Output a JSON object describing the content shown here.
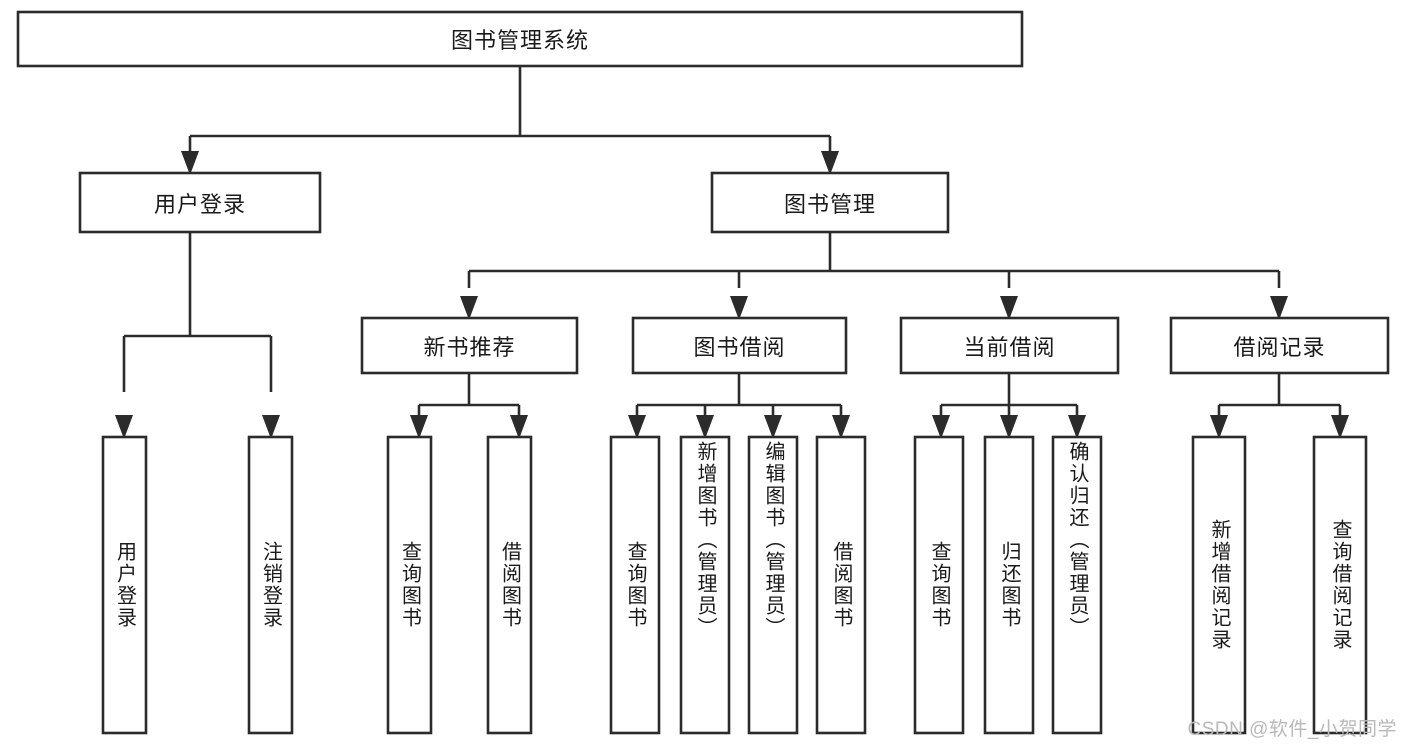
{
  "diagram": {
    "type": "tree-hierarchy",
    "title": "图书管理系统",
    "watermark": "CSDN @软件_小贺同学",
    "colors": {
      "box_fill": "#ffffff",
      "box_stroke": "#2b2b2b",
      "text": "#1a1a1a",
      "watermark": "#b9b9b9",
      "background": "#ffffff"
    },
    "root": {
      "id": "root",
      "label": "图书管理系统",
      "orientation": "horizontal"
    },
    "level1": [
      {
        "id": "user-login",
        "label": "用户登录",
        "orientation": "horizontal"
      },
      {
        "id": "book-manage",
        "label": "图书管理",
        "orientation": "horizontal"
      }
    ],
    "level2": [
      {
        "id": "new-book-recommend",
        "label": "新书推荐",
        "parent": "book-manage",
        "orientation": "horizontal"
      },
      {
        "id": "book-borrow",
        "label": "图书借阅",
        "parent": "book-manage",
        "orientation": "horizontal"
      },
      {
        "id": "current-borrow",
        "label": "当前借阅",
        "parent": "book-manage",
        "orientation": "horizontal"
      },
      {
        "id": "borrow-record",
        "label": "借阅记录",
        "parent": "book-manage",
        "orientation": "horizontal"
      }
    ],
    "leaves": [
      {
        "id": "leaf-user-login",
        "label": "用户登录",
        "parent": "user-login",
        "orientation": "vertical"
      },
      {
        "id": "leaf-logout-login",
        "label": "注销登录",
        "parent": "user-login",
        "orientation": "vertical"
      },
      {
        "id": "leaf-query-book-1",
        "label": "查询图书",
        "parent": "new-book-recommend",
        "orientation": "vertical"
      },
      {
        "id": "leaf-borrow-book-1",
        "label": "借阅图书",
        "parent": "new-book-recommend",
        "orientation": "vertical"
      },
      {
        "id": "leaf-query-book-2",
        "label": "查询图书",
        "parent": "book-borrow",
        "orientation": "vertical"
      },
      {
        "id": "leaf-add-book",
        "label": "新增图书（管理员）",
        "parent": "book-borrow",
        "orientation": "vertical"
      },
      {
        "id": "leaf-edit-book",
        "label": "编辑图书（管理员）",
        "parent": "book-borrow",
        "orientation": "vertical"
      },
      {
        "id": "leaf-borrow-book-2",
        "label": "借阅图书",
        "parent": "book-borrow",
        "orientation": "vertical"
      },
      {
        "id": "leaf-query-book-3",
        "label": "查询图书",
        "parent": "current-borrow",
        "orientation": "vertical"
      },
      {
        "id": "leaf-return-book",
        "label": "归还图书",
        "parent": "current-borrow",
        "orientation": "vertical"
      },
      {
        "id": "leaf-confirm-return",
        "label": "确认归还（管理员）",
        "parent": "current-borrow",
        "orientation": "vertical"
      },
      {
        "id": "leaf-add-record",
        "label": "新增借阅记录",
        "parent": "borrow-record",
        "orientation": "vertical"
      },
      {
        "id": "leaf-query-record",
        "label": "查询借阅记录",
        "parent": "borrow-record",
        "orientation": "vertical"
      }
    ]
  }
}
